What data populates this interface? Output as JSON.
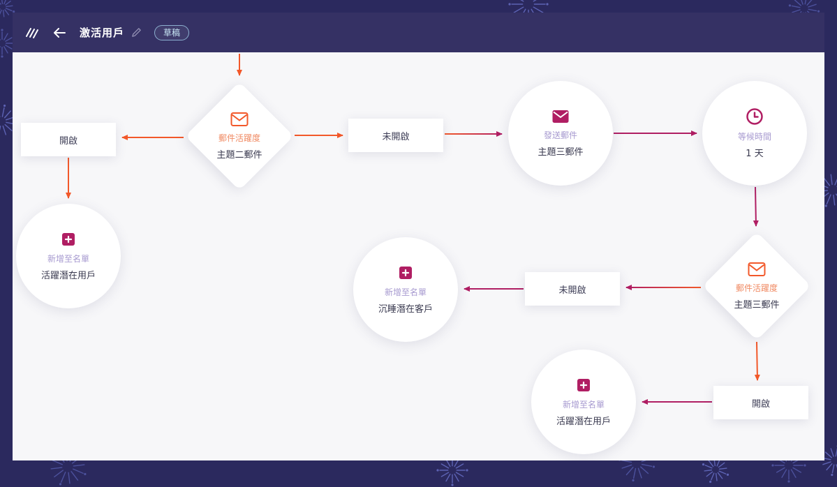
{
  "header": {
    "title": "激活用戶",
    "badge": "草稿"
  },
  "nodes": {
    "d1": {
      "title": "郵件活躍度",
      "subtitle": "主題二郵件"
    },
    "r_open_1": {
      "label": "開啟"
    },
    "c_list_1": {
      "title": "新增至名單",
      "subtitle": "活躍潛在用戶"
    },
    "r_unopen_1": {
      "label": "未開啟"
    },
    "c_send": {
      "title": "發送郵件",
      "subtitle": "主題三郵件"
    },
    "c_wait": {
      "title": "等候時間",
      "subtitle": "1 天"
    },
    "d2": {
      "title": "郵件活躍度",
      "subtitle": "主題三郵件"
    },
    "r_unopen_2": {
      "label": "未開啟"
    },
    "c_list_2": {
      "title": "新增至名單",
      "subtitle": "沉睡潛在客戶"
    },
    "r_open_2": {
      "label": "開啟"
    },
    "c_list_3": {
      "title": "新增至名單",
      "subtitle": "活躍潛在用戶"
    }
  },
  "colors": {
    "orange": "#f2582a",
    "magenta": "#b01e63",
    "diamond_title": "#f08a63",
    "circle_title": "#a79ad0",
    "subtitle": "#39394f"
  }
}
